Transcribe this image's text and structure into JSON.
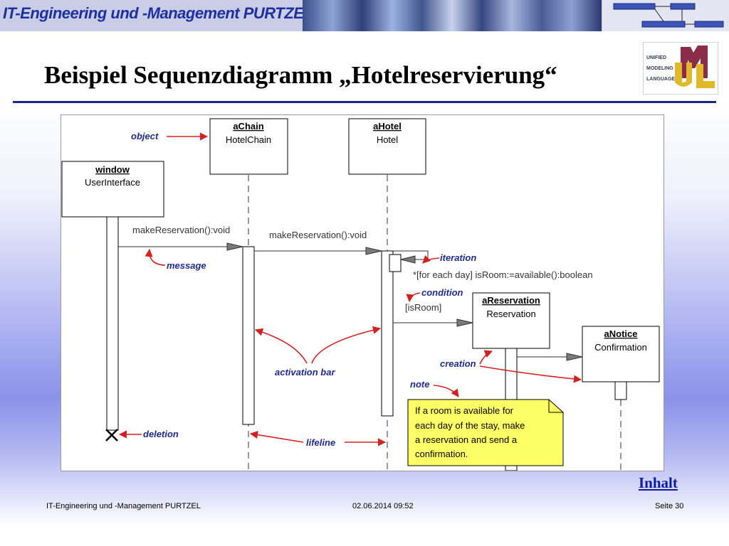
{
  "banner": {
    "title": "IT-Engineering und -Management PURTZEL"
  },
  "slide": {
    "title": "Beispiel Sequenzdiagramm „Hotelreservierung“"
  },
  "logo": {
    "line1": "UNIFIED",
    "line2": "MODELING",
    "line3": "LANGUAGE"
  },
  "diagram": {
    "objects": [
      {
        "id": "window",
        "cls": "UserInterface"
      },
      {
        "id": "aChain",
        "cls": "HotelChain"
      },
      {
        "id": "aHotel",
        "cls": "Hotel"
      },
      {
        "id": "aReservation",
        "cls": "Reservation"
      },
      {
        "id": "aNotice",
        "cls": "Confirmation"
      }
    ],
    "messages": {
      "m1": "makeReservation():void",
      "m2": "makeReservation():void",
      "m3": "*[for each day] isRoom:=available():boolean",
      "m4": "[isRoom]"
    },
    "annotations": {
      "object": "object",
      "message": "message",
      "iteration": "iteration",
      "condition": "condition",
      "creation": "creation",
      "note": "note",
      "activation_bar": "activation bar",
      "deletion": "deletion",
      "lifeline": "lifeline"
    },
    "note_lines": [
      "If a room is available for",
      "each day of the stay, make",
      "a reservation and send a",
      "confirmation."
    ],
    "colors": {
      "annotation_arrow": "#d42020",
      "annotation_text": "#1f2a8a",
      "note_fill": "#ffff66"
    }
  },
  "nav": {
    "inhalt": "Inhalt"
  },
  "footer": {
    "left": "IT-Engineering und -Management PURTZEL",
    "center": "02.06.2014 09:52",
    "right": "Seite 30"
  }
}
